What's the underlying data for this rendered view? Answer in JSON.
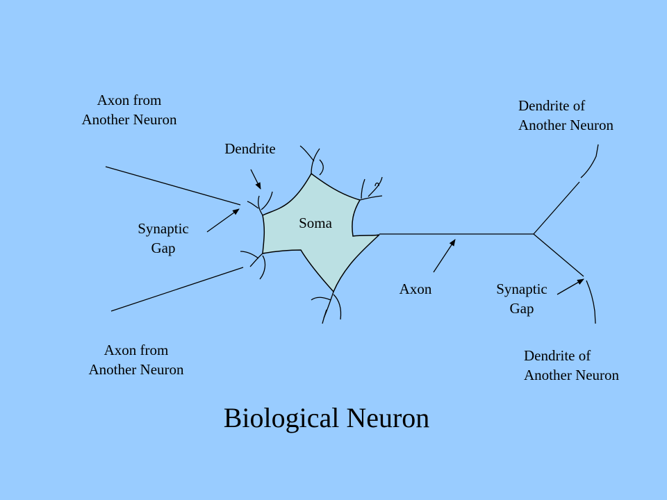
{
  "colors": {
    "background": "#99CCFF",
    "soma_fill": "#BBE0E3",
    "stroke": "#000000"
  },
  "labels": {
    "axon_from_top": [
      "Axon from",
      "Another Neuron"
    ],
    "axon_from_bottom": [
      "Axon from",
      "Another Neuron"
    ],
    "dendrite": "Dendrite",
    "synaptic_gap_left": [
      "Synaptic",
      "Gap"
    ],
    "soma": "Soma",
    "axon": "Axon",
    "synaptic_gap_right": [
      "Synaptic",
      "Gap"
    ],
    "dendrite_of_top": [
      "Dendrite of",
      "Another Neuron"
    ],
    "dendrite_of_bottom": [
      "Dendrite of",
      "Another Neuron"
    ]
  },
  "title": "Biological Neuron"
}
